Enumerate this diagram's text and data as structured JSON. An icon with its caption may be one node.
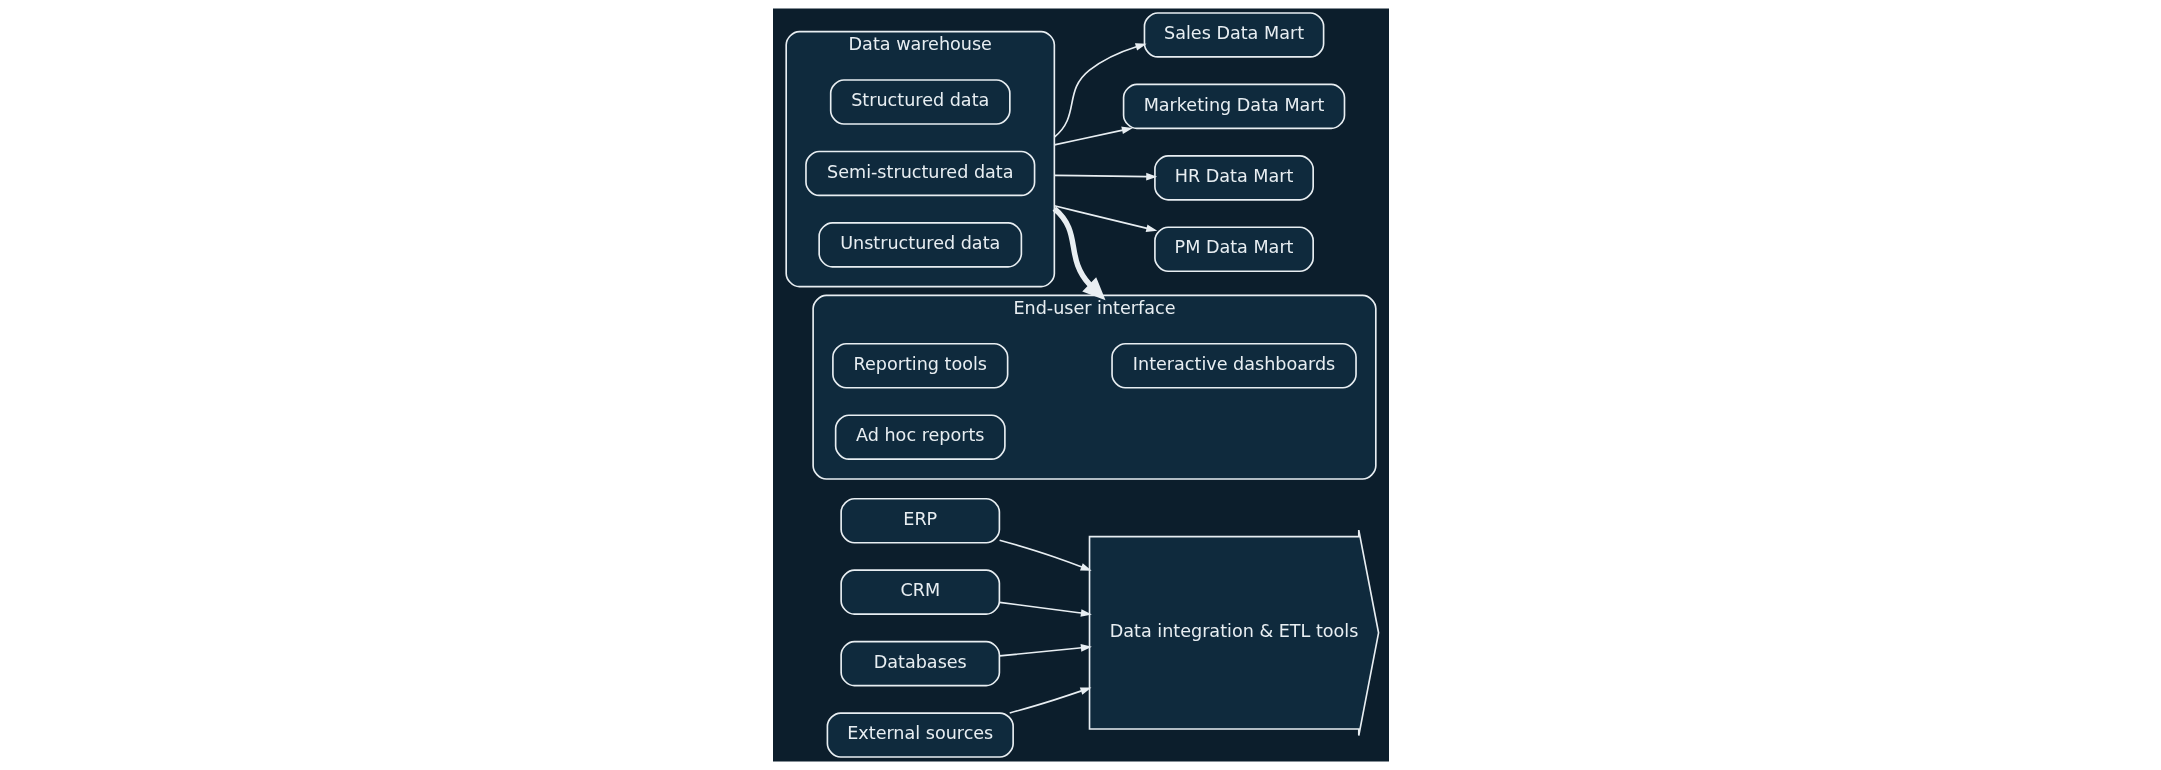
{
  "diagram": {
    "nodes": [
      {
        "text": [
          "ERP"
        ]
      },
      {
        "text": [
          "CRM"
        ]
      },
      {
        "text": [
          "Databases"
        ]
      },
      {
        "text": [
          "External sources"
        ]
      },
      {
        "text": [
          "Data integration & ETL tools"
        ]
      },
      {
        "text": [
          "Data warehouse"
        ]
      },
      {
        "text": [
          "Structured data"
        ],
        "in": 5
      },
      {
        "text": [
          "Semi-structured data"
        ],
        "in": 5
      },
      {
        "text": [
          "Unstructured data"
        ],
        "in": 5
      },
      {
        "text": [
          "Sales Data Mart"
        ]
      },
      {
        "text": [
          "Marketing Data Mart"
        ]
      },
      {
        "text": [
          "HR Data Mart"
        ]
      },
      {
        "text": [
          "PM Data Mart"
        ]
      },
      {
        "text": [
          "End-user interface"
        ]
      },
      {
        "text": [
          "Reporting tools"
        ],
        "in": 13
      },
      {
        "text": [
          "Interactive dashboards"
        ],
        "in": 13
      },
      {
        "text": [
          "Ad hoc reports"
        ],
        "in": 13
      }
    ],
    "edges": [
      {
        "from": 0,
        "to": 4,
        "arrow": "to"
      },
      {
        "from": 1,
        "to": 4,
        "arrow": "to"
      },
      {
        "from": 2,
        "to": 4,
        "arrow": "to"
      },
      {
        "from": 3,
        "to": 4,
        "arrow": "to"
      },
      {
        "from": 5,
        "to": 9,
        "arrow": "to"
      },
      {
        "from": 5,
        "to": 10,
        "arrow": "to"
      },
      {
        "from": 5,
        "to": 11,
        "arrow": "to"
      },
      {
        "from": 5,
        "to": 12,
        "arrow": "to"
      },
      {
        "from": 5,
        "to": 13,
        "arrow": "to",
        "style": "thick"
      }
    ]
  }
}
